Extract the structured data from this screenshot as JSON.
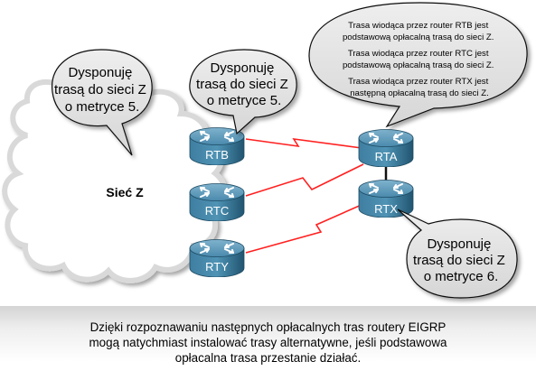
{
  "network": {
    "cloud_label": "Sieć Z"
  },
  "routers": {
    "rtb": "RTB",
    "rtc": "RTC",
    "rty": "RTY",
    "rta": "RTA",
    "rtx": "RTX"
  },
  "bubbles": {
    "left": [
      "Dysponuję",
      "trasą do sieci Z",
      "o metryce 5."
    ],
    "middle": [
      "Dysponuję",
      "trasą do sieci Z",
      "o metryce 5."
    ],
    "bottom_right": [
      "Dysponuję",
      "trasą do sieci Z",
      "o metryce 6."
    ],
    "top_right": [
      "Trasa wiodąca przez router RTB jest",
      "podstawową opłacalną trasą do sieci Z.",
      "Trasa wiodąca przez router RTC jest",
      "podstawową opłacalną trasą do sieci Z.",
      "Trasa wiodąca przez router RTX jest",
      "następną opłacalną trasą do sieci Z."
    ]
  },
  "caption": [
    "Dzięki rozpoznawaniu następnych opłacalnych tras routery EIGRP",
    "mogą natychmiast instalować trasy alternatywne, jeśli podstawowa",
    "opłacalna trasa przestanie działać."
  ],
  "colors": {
    "link_red": "#ff2020",
    "router_blue": "#2f6d8c",
    "cloud_fill": "#ffffff",
    "bubble_fill": "#e2e2e2"
  }
}
